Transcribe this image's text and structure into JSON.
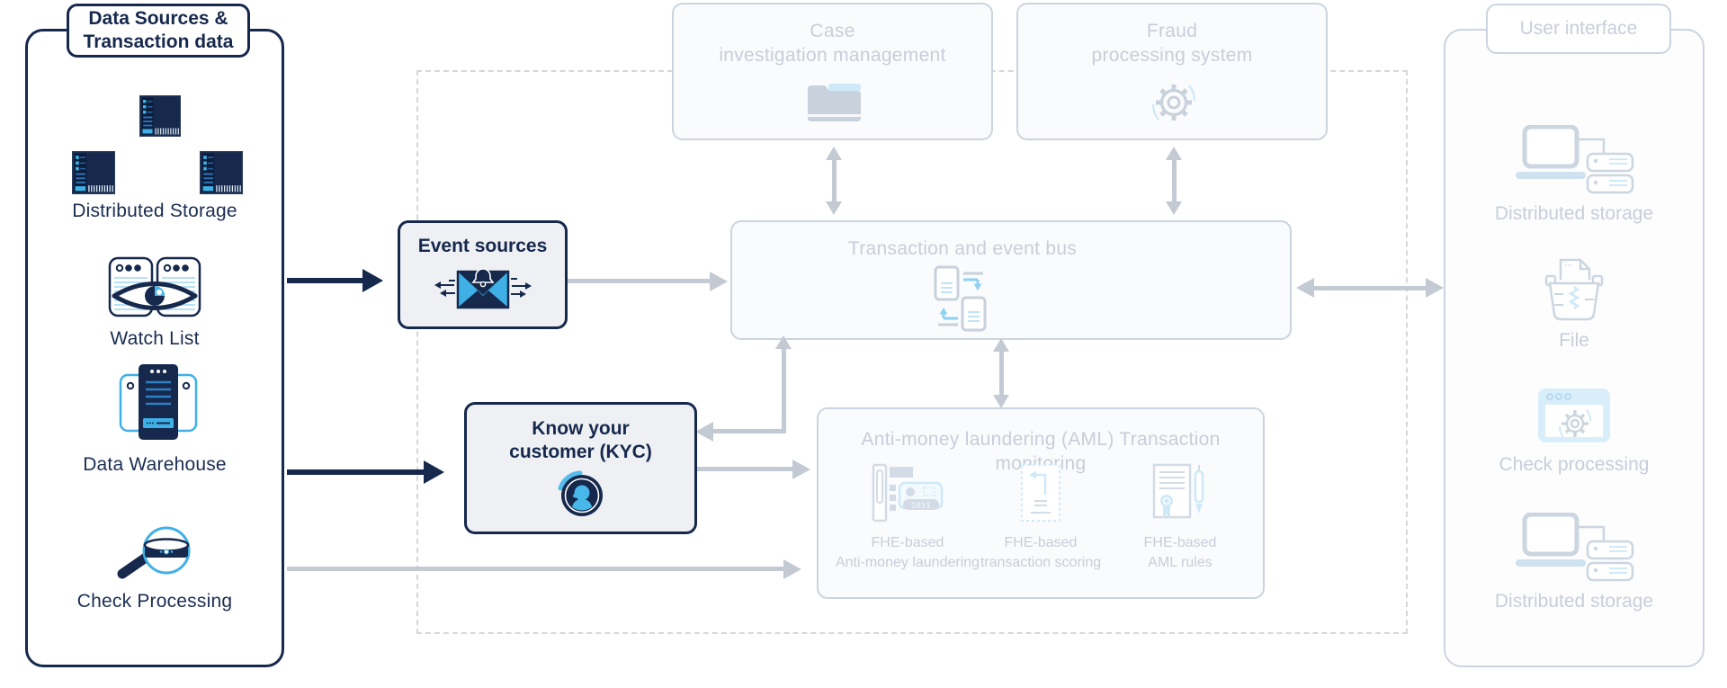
{
  "colors": {
    "navy": "#16294d",
    "light_blue": "#3fb0e6",
    "faded_border": "#ccd4df",
    "faded_text": "#c7ceda",
    "gray_arrow": "#c3cad4",
    "active_box_bg": "#eef0f3"
  },
  "left_panel": {
    "title": "Data Sources &\nTransaction data",
    "items": [
      {
        "label": "Distributed Storage",
        "icon": "server-cluster-icon"
      },
      {
        "label": "Watch List",
        "icon": "watch-list-eye-icon"
      },
      {
        "label": "Data Warehouse",
        "icon": "data-warehouse-icon"
      },
      {
        "label": "Check Processing",
        "icon": "magnifier-check-icon"
      }
    ]
  },
  "event_sources": {
    "label": "Event sources",
    "icon": "envelope-bell-icon"
  },
  "kyc": {
    "label": "Know your\ncustomer (KYC)",
    "icon": "person-profile-icon"
  },
  "center": {
    "case_label": "Case\ninvestigation management",
    "fraud_label": "Fraud\nprocessing system",
    "bus_label": "Transaction and event bus",
    "aml_title": "Anti-money laundering (AML) Transaction monitoring",
    "aml_items": [
      {
        "label": "FHE-based\nAnti-money laundering",
        "icon": "terminal-card-icon"
      },
      {
        "label": "FHE-based\ntransaction scoring",
        "icon": "scored-document-icon"
      },
      {
        "label": "FHE-based\nAML rules",
        "icon": "rules-document-pen-icon"
      }
    ]
  },
  "right_panel": {
    "title": "User interface",
    "items": [
      {
        "label": "Distributed storage",
        "icon": "laptop-storage-icon"
      },
      {
        "label": "File",
        "icon": "file-printer-icon"
      },
      {
        "label": "Check processing",
        "icon": "browser-gear-icon"
      },
      {
        "label": "Distributed storage",
        "icon": "laptop-storage-icon"
      }
    ]
  }
}
